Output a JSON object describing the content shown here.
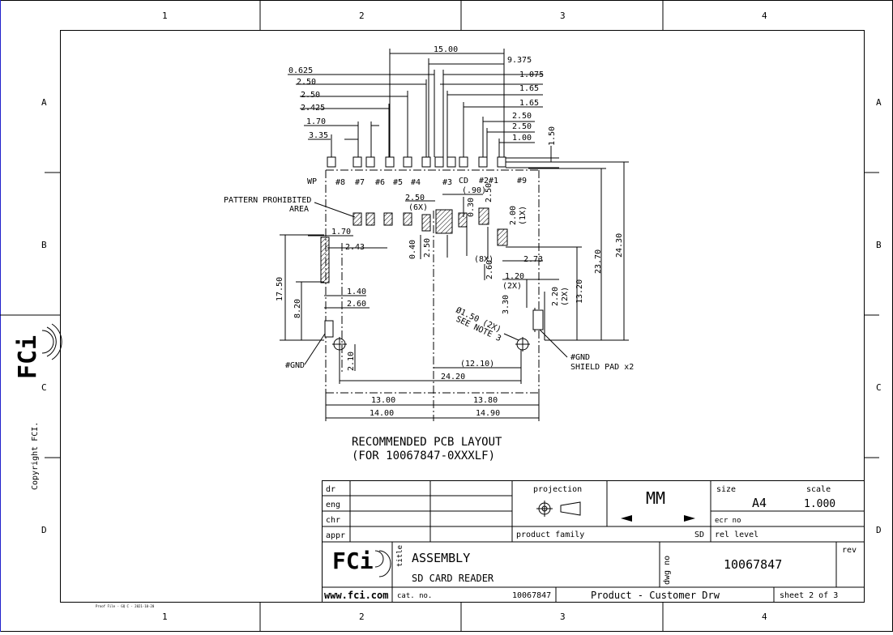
{
  "frame": {
    "zones_top": [
      "1",
      "2",
      "3",
      "4"
    ],
    "zones_bottom": [
      "1",
      "2",
      "3",
      "4"
    ],
    "zones_left": [
      "A",
      "B",
      "C",
      "D"
    ],
    "zones_right": [
      "A",
      "B",
      "C",
      "D"
    ],
    "copyright": "Copyright FCI.",
    "print_stamp": "Proof File - GQ C - 2021-10-20"
  },
  "title_block": {
    "roles": [
      "dr",
      "eng",
      "chr",
      "appr"
    ],
    "projection_label": "projection",
    "units": "MM",
    "size_label": "size",
    "size_value": "A4",
    "scale_label": "scale",
    "scale_value": "1.000",
    "ecr_label": "ecr no",
    "product_family_label": "product family",
    "product_family_value": "SD",
    "rel_level_label": "rel level",
    "logo_text": "FCi",
    "title_label": "title",
    "title_line1": "ASSEMBLY",
    "title_line2": "SD CARD READER",
    "dwg_label": "dwg no",
    "dwg_no": "10067847",
    "rev_label": "rev",
    "website": "www.fci.com",
    "cat_label": "cat. no.",
    "cat_no": "10067847",
    "doc_type": "Product - Customer Drw",
    "sheet": "sheet 2 of 3"
  },
  "drawing": {
    "caption_line1": "RECOMMENDED PCB LAYOUT",
    "caption_line2": "(FOR 10067847-0XXXLF)",
    "top_dims": [
      "15.00",
      "9.375",
      "0.625",
      "1.075",
      "2.50",
      "1.65",
      "2.50",
      "1.65",
      "2.425",
      "2.50",
      "1.70",
      "2.50",
      "3.35",
      "1.00",
      "1.50"
    ],
    "pin_labels": [
      "WP",
      "#8",
      "#7",
      "#6",
      "#5",
      "#4",
      "#3",
      "CD",
      "#2",
      "#1",
      "#9"
    ],
    "pattern_label_1": "PATTERN PROHIBITED",
    "pattern_label_2": "AREA",
    "mid_dims": [
      "2.50",
      "(6X)",
      "(.90)",
      "0.30",
      "2.50",
      "2.00",
      "(1X)",
      "1.70",
      "2.43",
      "0.40",
      "2.50",
      "(8X)",
      "2.73",
      "2.60",
      "1.20",
      "(2X)",
      "3.30",
      "2.20",
      "(2X)",
      "13.20",
      "23.70",
      "24.30",
      "17.50",
      "8.20",
      "1.40",
      "2.60",
      "2.10"
    ],
    "hole_label_1": "Ø1.50 (2X)",
    "hole_label_2": "SEE NOTE 3",
    "gnd_left": "#GND",
    "gnd_right": "#GND",
    "shield_pad": "SHIELD PAD x2",
    "bottom_dims": [
      "(12.10)",
      "24.20",
      "13.00",
      "13.80",
      "14.00",
      "14.90"
    ]
  }
}
